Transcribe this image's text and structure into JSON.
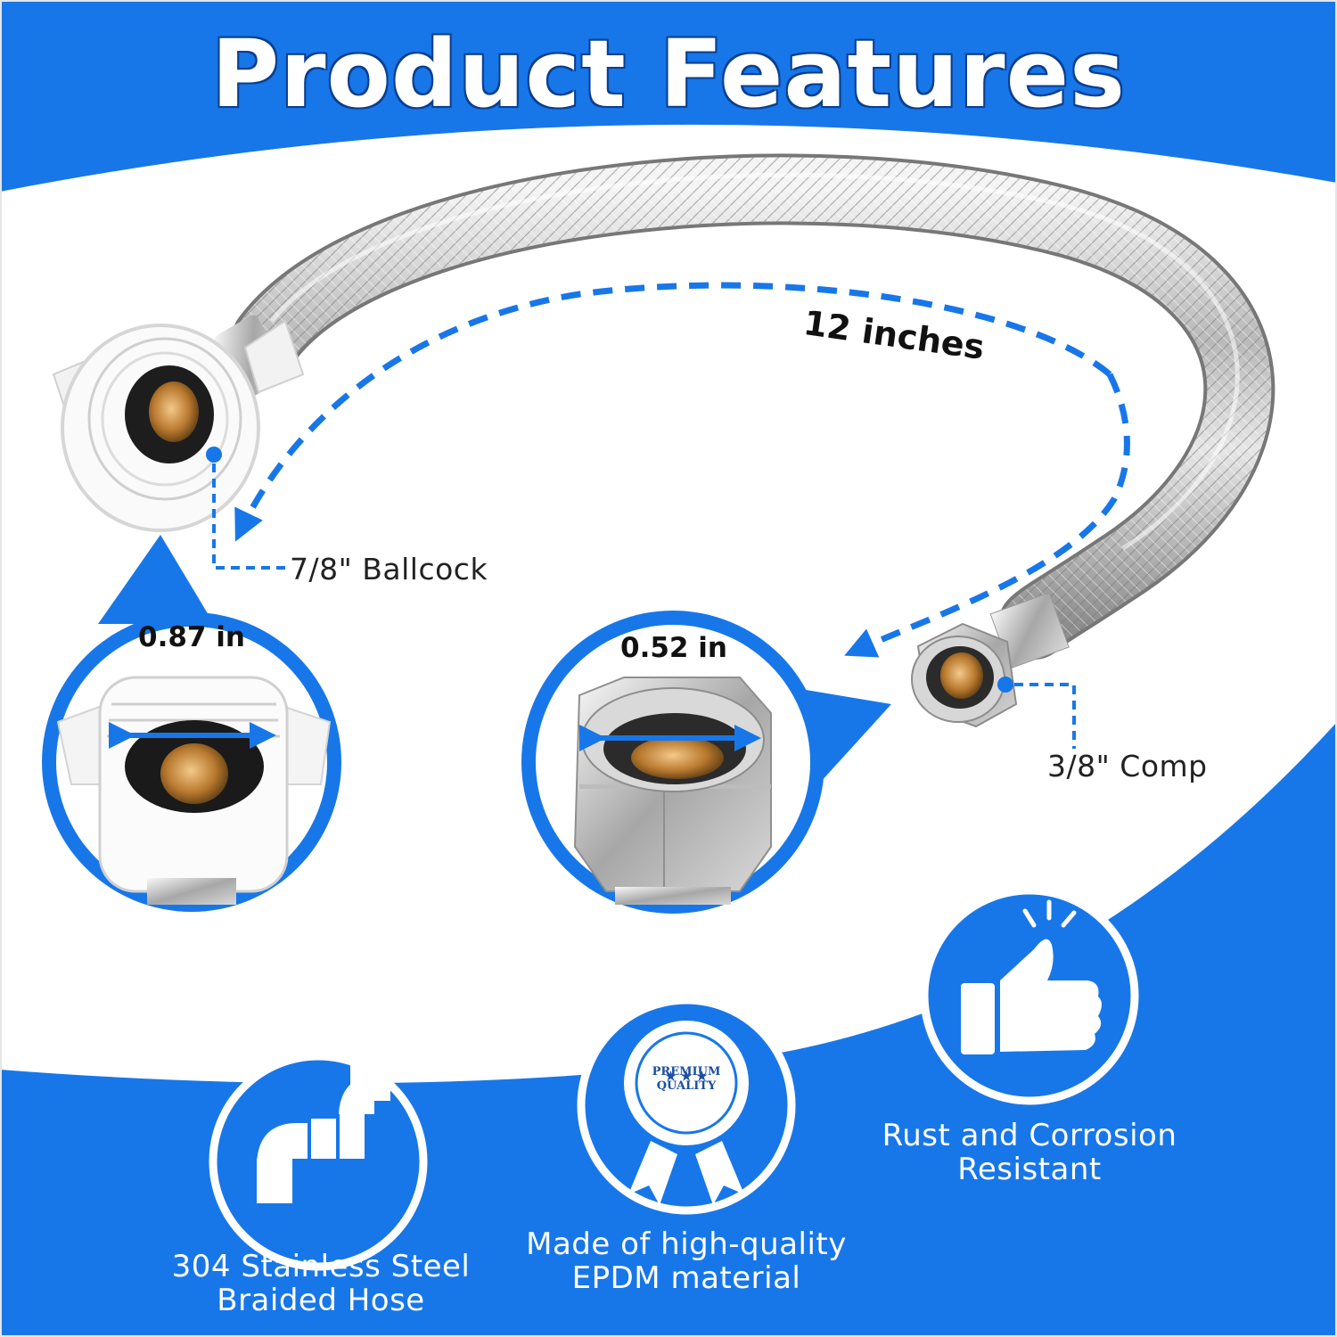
{
  "title": "Product Features",
  "length_label": "12 inches",
  "callouts": {
    "ballcock": "7/8\" Ballcock",
    "comp": "3/8\" Comp"
  },
  "dimensions": {
    "ballcock_diameter": "0.87 in",
    "comp_diameter": "0.52 in"
  },
  "badge_text": {
    "line1": "PREMIUM",
    "line2": "QUALITY"
  },
  "features": [
    {
      "icon": "pipe-icon",
      "line1": "304 Stainless Steel",
      "line2": "Braided Hose"
    },
    {
      "icon": "premium-quality-badge-icon",
      "line1": "Made of high-quality",
      "line2": "EPDM material"
    },
    {
      "icon": "thumbs-up-icon",
      "line1": "Rust and Corrosion",
      "line2": "Resistant"
    }
  ],
  "colors": {
    "brand_blue": "#1877e8",
    "outline_navy": "#0b3f8f",
    "white": "#ffffff"
  }
}
